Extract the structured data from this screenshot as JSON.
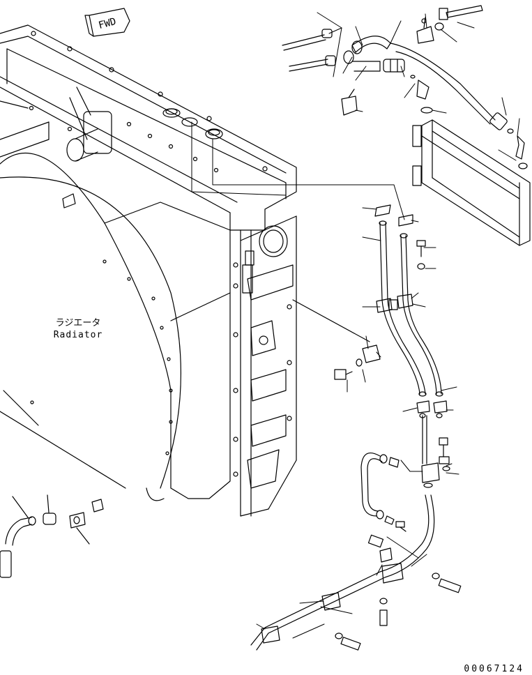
{
  "figure": {
    "fwd_label": "FWD",
    "radiator_label_jp": "ラジエータ",
    "radiator_label_en": "Radiator",
    "drawing_number": "00067124"
  },
  "colors": {
    "line": "#000000",
    "background": "#ffffff"
  }
}
